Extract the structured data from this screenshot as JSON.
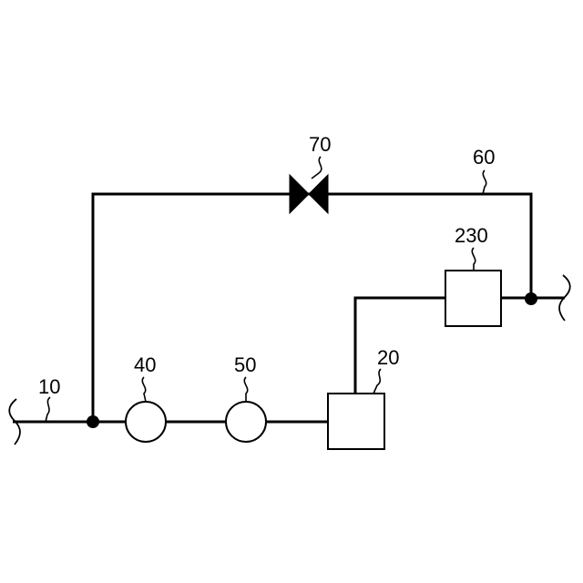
{
  "labels": {
    "line_main": "10",
    "unit_20": "20",
    "circle_40": "40",
    "circle_50": "50",
    "bypass_line": "60",
    "valve": "70",
    "unit_230": "230"
  },
  "colors": {
    "line": "#000000",
    "background": "#ffffff"
  }
}
